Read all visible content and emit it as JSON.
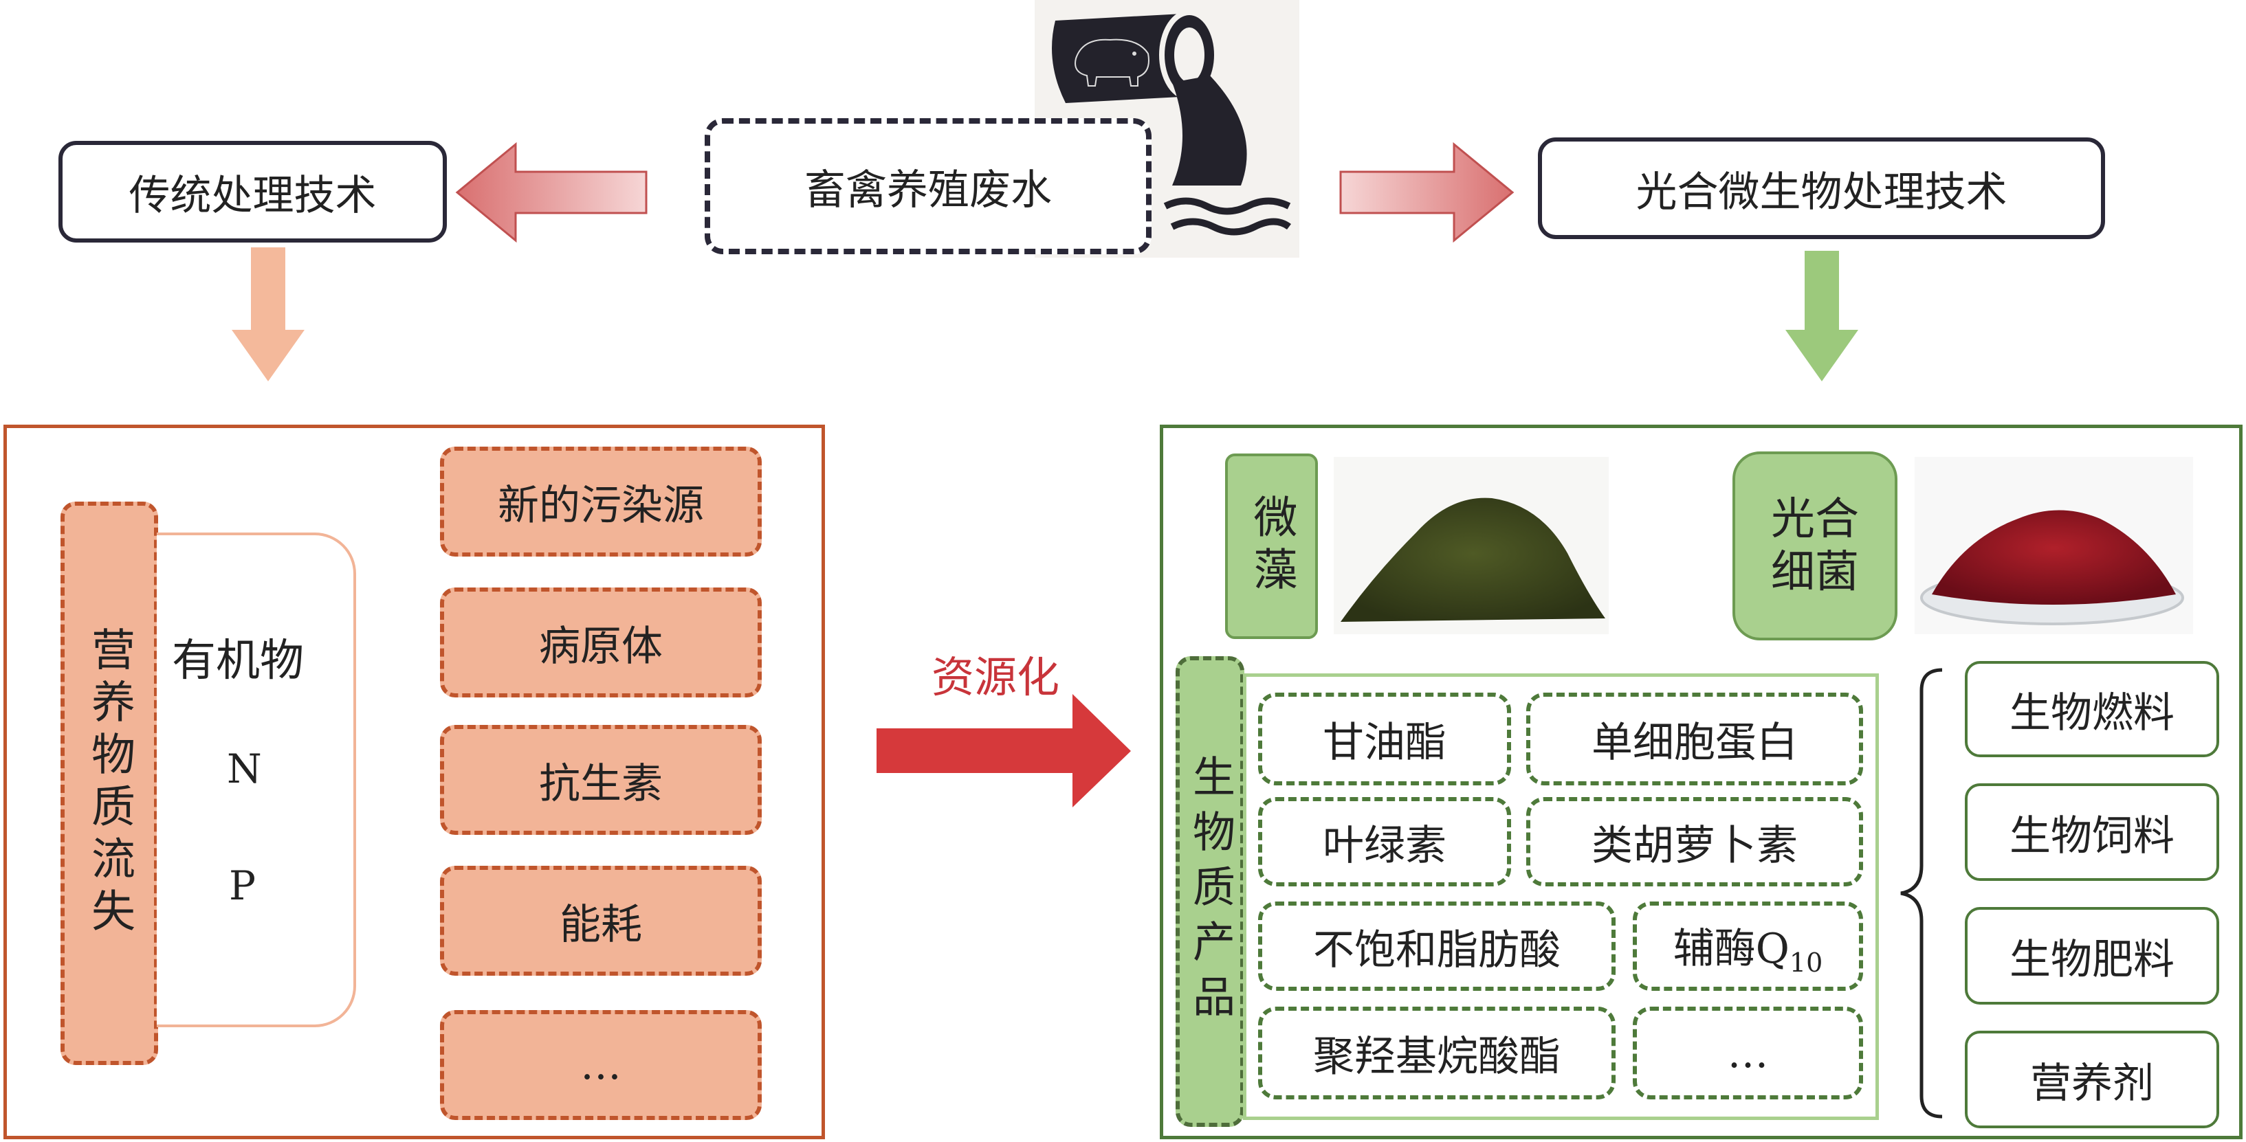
{
  "source": {
    "label": "畜禽养殖废水"
  },
  "left_branch": {
    "title": "传统处理技术"
  },
  "right_branch": {
    "title": "光合微生物处理技术"
  },
  "center_arrow": {
    "label": "资源化"
  },
  "traditional": {
    "nutrient_loss": "营养物质流失",
    "organics": [
      "有机物",
      "N",
      "P"
    ],
    "problems": [
      "新的污染源",
      "病原体",
      "抗生素",
      "能耗",
      "…"
    ]
  },
  "photosynthetic": {
    "microalgae": "微藻",
    "bacteria": "光合细菌",
    "bio_products_label": "生物质产品",
    "products": [
      "甘油酯",
      "单细胞蛋白",
      "叶绿素",
      "类胡萝卜素",
      "不饱和脂肪酸",
      "辅酶Q",
      "聚羟基烷酸酯",
      "…"
    ],
    "coenzyme_subscript": "10",
    "outputs": [
      "生物燃料",
      "生物饲料",
      "生物肥料",
      "营养剂"
    ]
  },
  "colors": {
    "dark_outline": "#2a2838",
    "orange_border": "#c0552c",
    "orange_fill": "#f2b497",
    "green_border": "#4e7a3a",
    "green_fill": "#a9d08e",
    "red_arrow": "#d6393b",
    "pink_arrow": "#e68d8d"
  }
}
